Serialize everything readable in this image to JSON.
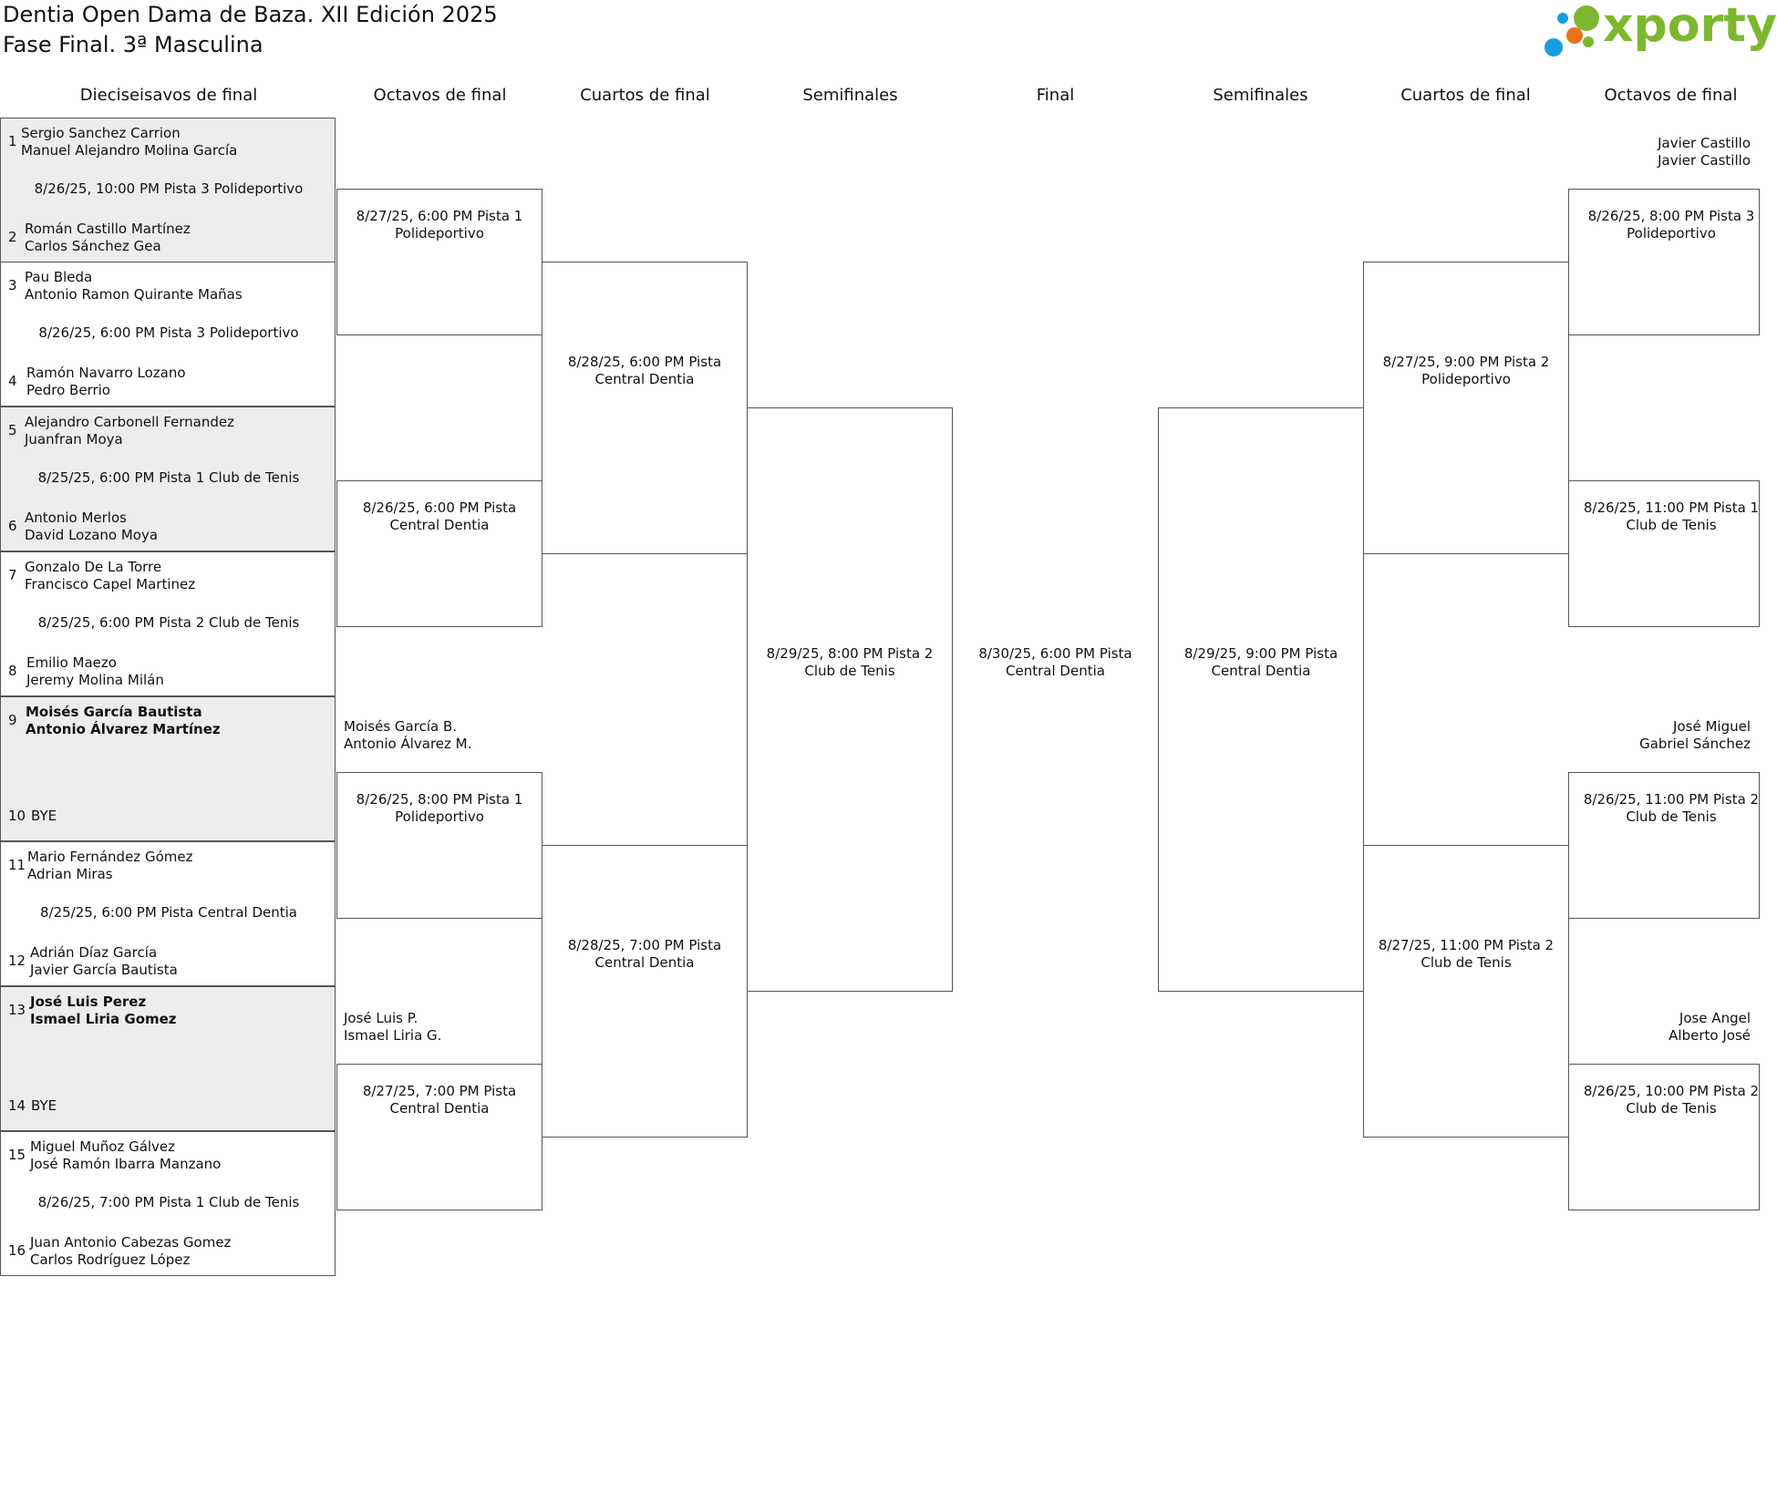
{
  "header": {
    "title_line1": "Dentia Open Dama de Baza. XII Edición 2025",
    "title_line2": "Fase Final. 3ª Masculina",
    "logo_text": "xporty"
  },
  "rounds": {
    "r32": "Dieciseisavos de final",
    "r16_left": "Octavos de final",
    "qf_left": "Cuartos de final",
    "sf_left": "Semifinales",
    "final": "Final",
    "sf_right": "Semifinales",
    "qf_right": "Cuartos de final",
    "r16_right": "Octavos de final"
  },
  "r32": [
    {
      "seed_a": "1",
      "a1": "Sergio Sanchez Carrion",
      "a2": "Manuel Alejandro Molina García",
      "info": "8/26/25, 10:00 PM Pista 3 Polideportivo",
      "seed_b": "2",
      "b1": "Román Castillo Martínez",
      "b2": "Carlos Sánchez Gea"
    },
    {
      "seed_a": "3",
      "a1": "Pau Bleda",
      "a2": "Antonio Ramon Quirante Mañas",
      "info": "8/26/25, 6:00 PM Pista 3 Polideportivo",
      "seed_b": "4",
      "b1": "Ramón Navarro Lozano",
      "b2": "Pedro Berrio"
    },
    {
      "seed_a": "5",
      "a1": "Alejandro Carbonell Fernandez",
      "a2": "Juanfran Moya",
      "info": "8/25/25, 6:00 PM Pista 1 Club de Tenis",
      "seed_b": "6",
      "b1": "Antonio Merlos",
      "b2": "David Lozano Moya"
    },
    {
      "seed_a": "7",
      "a1": "Gonzalo De La Torre",
      "a2": "Francisco Capel Martinez",
      "info": "8/25/25, 6:00 PM Pista 2 Club de Tenis",
      "seed_b": "8",
      "b1": "Emilio Maezo",
      "b2": "Jeremy Molina Milán"
    },
    {
      "seed_a": "9",
      "a1": "Moisés García Bautista",
      "a2": "Antonio Álvarez Martínez",
      "info": "",
      "seed_b": "10",
      "b1": "BYE",
      "b2": ""
    },
    {
      "seed_a": "11",
      "a1": "Mario Fernández Gómez",
      "a2": "Adrian Miras",
      "info": "8/25/25, 6:00 PM Pista Central Dentia",
      "seed_b": "12",
      "b1": "Adrián Díaz García",
      "b2": "Javier García Bautista"
    },
    {
      "seed_a": "13",
      "a1": "José Luis Perez",
      "a2": "Ismael Liria Gomez",
      "info": "",
      "seed_b": "14",
      "b1": "BYE",
      "b2": ""
    },
    {
      "seed_a": "15",
      "a1": "Miguel Muñoz Gálvez",
      "a2": "José Ramón Ibarra Manzano",
      "info": "8/26/25, 7:00 PM Pista 1 Club de Tenis",
      "seed_b": "16",
      "b1": "Juan Antonio Cabezas Gomez",
      "b2": "Carlos Rodríguez López"
    }
  ],
  "r16_left": [
    {
      "l1": "8/27/25, 6:00 PM Pista 1",
      "l2": "Polideportivo"
    },
    {
      "l1": "8/26/25, 6:00 PM Pista",
      "l2": "Central Dentia"
    },
    {
      "l1": "8/26/25, 8:00 PM Pista 1",
      "l2": "Polideportivo"
    },
    {
      "l1": "8/27/25, 7:00 PM Pista",
      "l2": "Central Dentia"
    }
  ],
  "r16_left_advanced": [
    {
      "l1": "Moisés García B.",
      "l2": "Antonio Álvarez M."
    },
    {
      "l1": "José Luis P.",
      "l2": "Ismael Liria G."
    }
  ],
  "qf_left": [
    {
      "l1": "8/28/25, 6:00 PM Pista",
      "l2": "Central Dentia"
    },
    {
      "l1": "8/28/25, 7:00 PM Pista",
      "l2": "Central Dentia"
    }
  ],
  "sf_left": {
    "l1": "8/29/25, 8:00 PM Pista 2",
    "l2": "Club de Tenis"
  },
  "final": {
    "l1": "8/30/25, 6:00 PM Pista",
    "l2": "Central Dentia"
  },
  "sf_right": {
    "l1": "8/29/25, 9:00 PM Pista",
    "l2": "Central Dentia"
  },
  "qf_right": [
    {
      "l1": "8/27/25, 9:00 PM Pista 2",
      "l2": "Polideportivo"
    },
    {
      "l1": "8/27/25, 11:00 PM Pista 2",
      "l2": "Club de Tenis"
    }
  ],
  "r16_right": [
    {
      "l1": "8/26/25, 8:00 PM Pista 3",
      "l2": "Polideportivo"
    },
    {
      "l1": "8/26/25, 11:00 PM Pista 1",
      "l2": "Club de Tenis"
    },
    {
      "l1": "8/26/25, 11:00 PM Pista 2",
      "l2": "Club de Tenis"
    },
    {
      "l1": "8/26/25, 10:00 PM Pista 2",
      "l2": "Club de Tenis"
    }
  ],
  "r16_right_advanced": [
    {
      "l1": "Javier Castillo",
      "l2": "Javier Castillo"
    },
    {
      "l1": "José Miguel",
      "l2": "Gabriel Sánchez"
    },
    {
      "l1": "Jose Angel",
      "l2": "Alberto José"
    }
  ],
  "colors": {
    "line": "#555555",
    "shade": "#ededed",
    "logo_green": "#7cb82f",
    "logo_blue": "#1a9ee0",
    "logo_orange": "#e8731c"
  }
}
